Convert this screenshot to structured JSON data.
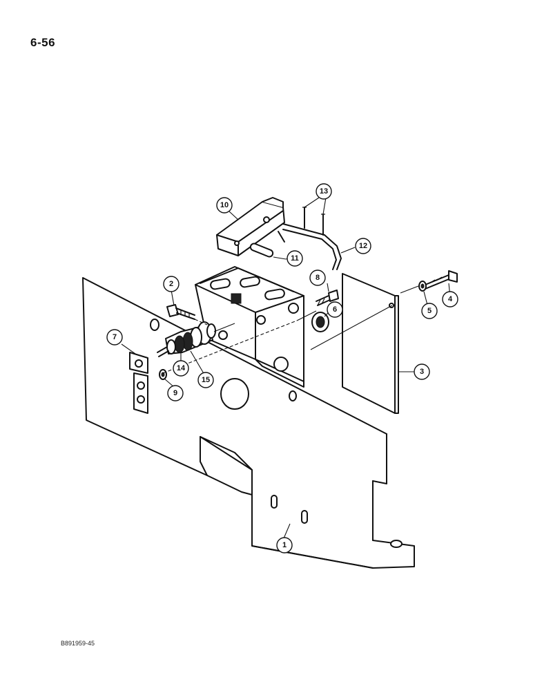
{
  "page_number": "6-56",
  "document_code": "B891959-45",
  "callouts": [
    {
      "id": "1",
      "label": "1"
    },
    {
      "id": "2",
      "label": "2"
    },
    {
      "id": "3",
      "label": "3"
    },
    {
      "id": "4",
      "label": "4"
    },
    {
      "id": "5",
      "label": "5"
    },
    {
      "id": "6",
      "label": "6"
    },
    {
      "id": "7",
      "label": "7"
    },
    {
      "id": "8",
      "label": "8"
    },
    {
      "id": "9",
      "label": "9"
    },
    {
      "id": "10",
      "label": "10"
    },
    {
      "id": "11",
      "label": "11"
    },
    {
      "id": "12",
      "label": "12"
    },
    {
      "id": "13",
      "label": "13"
    },
    {
      "id": "14",
      "label": "14"
    },
    {
      "id": "15",
      "label": "15"
    }
  ]
}
